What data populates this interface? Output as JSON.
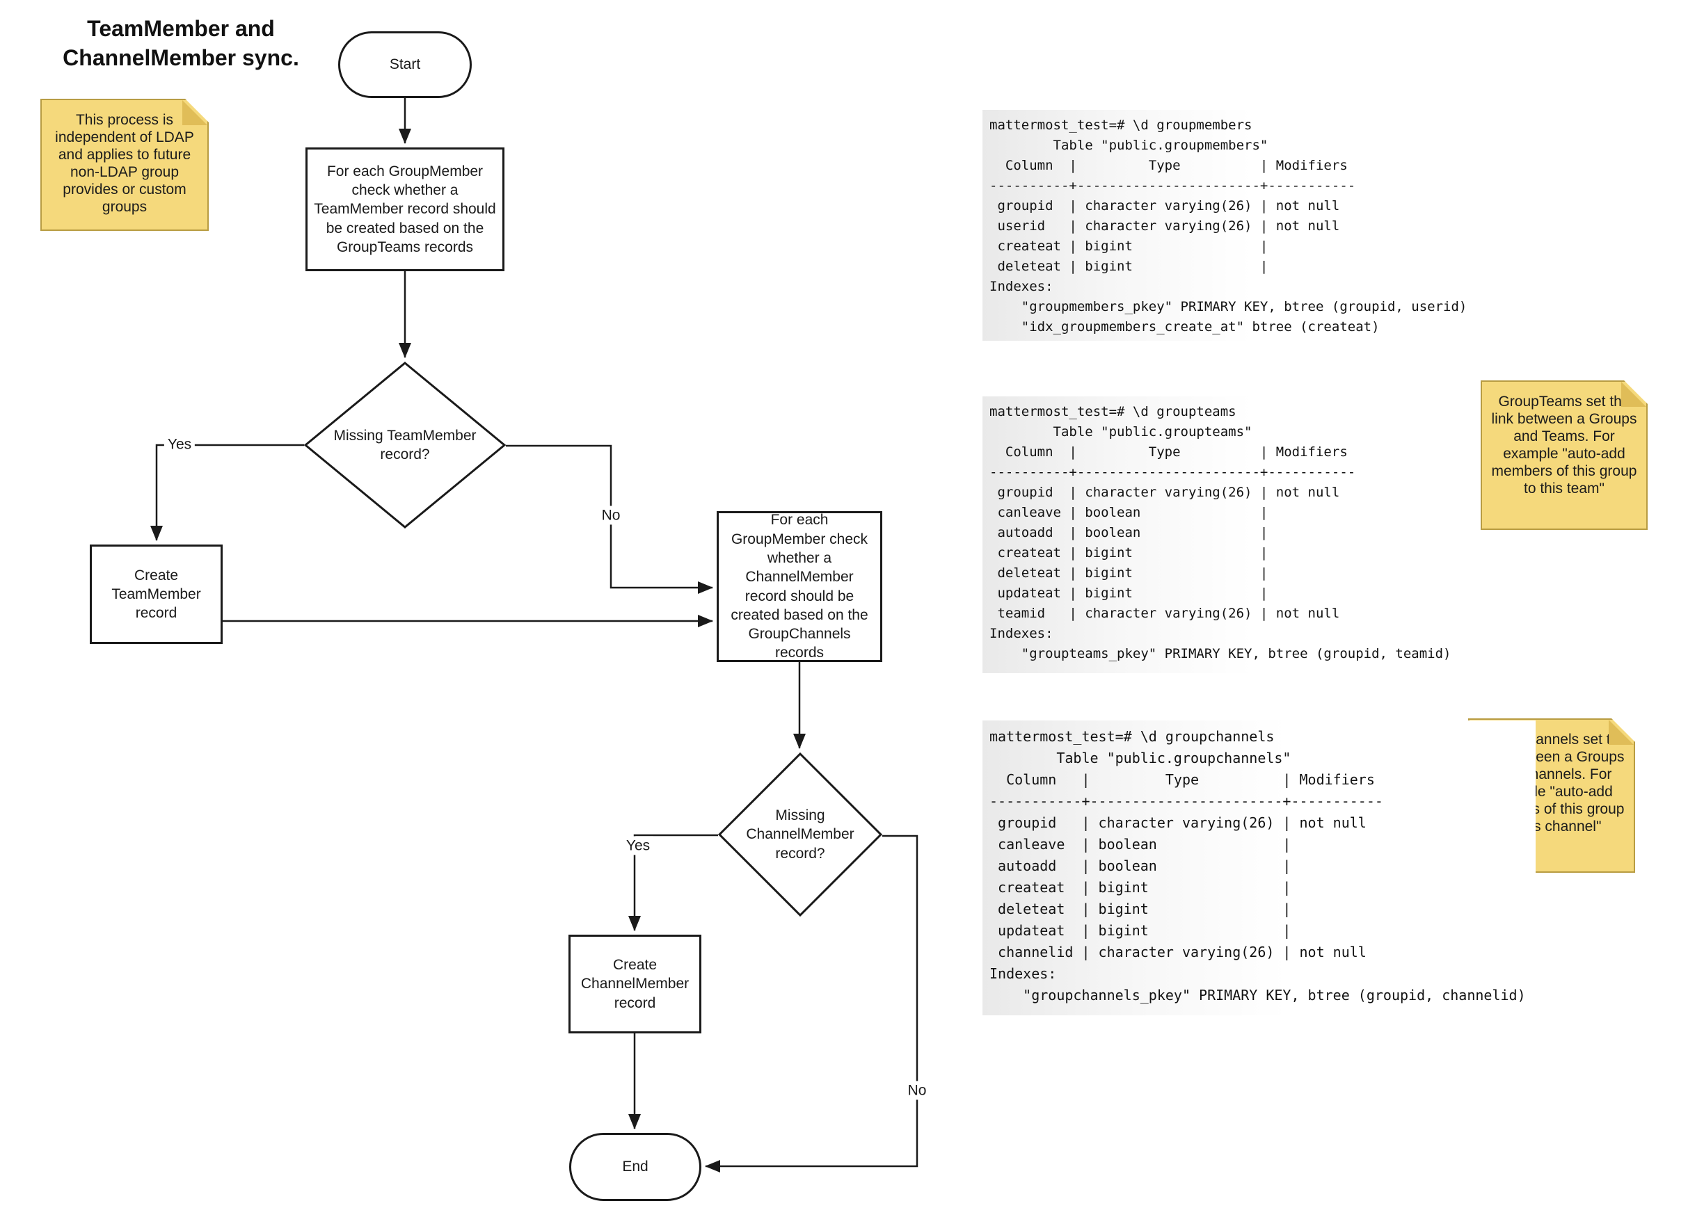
{
  "title": "TeamMember and\nChannelMember sync.",
  "colors": {
    "note_fill": "#f5d97c",
    "note_fold": "#e0bd58",
    "note_border": "#b89c42",
    "line": "#1a1a1a",
    "node_fill": "#ffffff",
    "code_gradient_left": "#e9e9e9"
  },
  "notes": {
    "ldap": "This process is independent of LDAP and applies to future non-LDAP group provides or custom groups",
    "groupteams": "GroupTeams set the link between a Groups and Teams. For example \"auto-add members of this group to this team\"",
    "groupchannels": "GroupChannels set the link between a Groups and Channels. For example \"auto-add members of this group to this channel\""
  },
  "flowchart": {
    "start_label": "Start",
    "process_teammember": "For each GroupMember check whether a TeamMember record should be created based on the GroupTeams records",
    "decision_teammember": "Missing TeamMember record?",
    "create_teammember": "Create TeamMember record",
    "process_channelmember": "For each GroupMember check whether a ChannelMember record should be created based on the GroupChannels records",
    "decision_channelmember": "Missing ChannelMember record?",
    "create_channelmember": "Create ChannelMember record",
    "end_label": "End",
    "edge_labels": {
      "teammember_yes": "Yes",
      "teammember_no": "No",
      "channelmember_yes": "Yes",
      "channelmember_no": "No"
    }
  },
  "code_blocks": {
    "groupmembers": "mattermost_test=# \\d groupmembers\n        Table \"public.groupmembers\"\n  Column  |         Type          | Modifiers\n----------+-----------------------+-----------\n groupid  | character varying(26) | not null\n userid   | character varying(26) | not null\n createat | bigint                |\n deleteat | bigint                |\nIndexes:\n    \"groupmembers_pkey\" PRIMARY KEY, btree (groupid, userid)\n    \"idx_groupmembers_create_at\" btree (createat)",
    "groupteams": "mattermost_test=# \\d groupteams\n        Table \"public.groupteams\"\n  Column  |         Type          | Modifiers\n----------+-----------------------+-----------\n groupid  | character varying(26) | not null\n canleave | boolean               |\n autoadd  | boolean               |\n createat | bigint                |\n deleteat | bigint                |\n updateat | bigint                |\n teamid   | character varying(26) | not null\nIndexes:\n    \"groupteams_pkey\" PRIMARY KEY, btree (groupid, teamid)",
    "groupchannels": "mattermost_test=# \\d groupchannels\n        Table \"public.groupchannels\"\n  Column   |         Type          | Modifiers\n-----------+-----------------------+-----------\n groupid   | character varying(26) | not null\n canleave  | boolean               |\n autoadd   | boolean               |\n createat  | bigint                |\n deleteat  | bigint                |\n updateat  | bigint                |\n channelid | character varying(26) | not null\nIndexes:\n    \"groupchannels_pkey\" PRIMARY KEY, btree (groupid, channelid)"
  }
}
